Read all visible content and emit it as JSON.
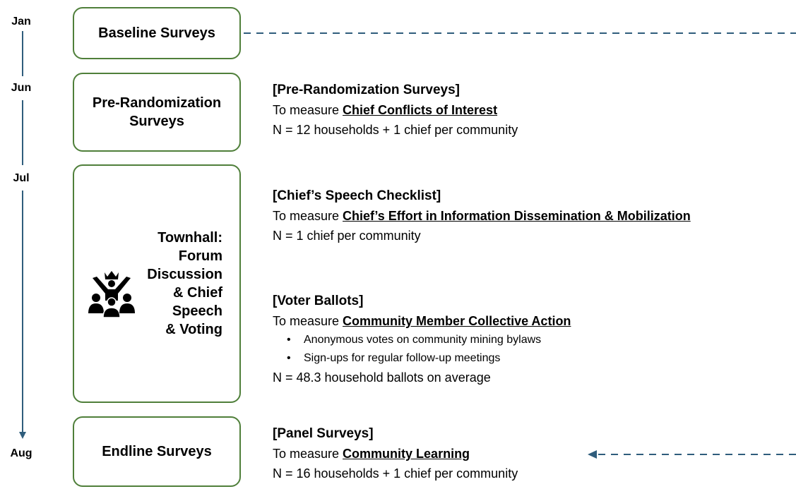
{
  "timeline": {
    "months": [
      {
        "label": "Jan"
      },
      {
        "label": "Jun"
      },
      {
        "label": "Jul"
      },
      {
        "label": "Aug"
      }
    ]
  },
  "stages": [
    {
      "label": "Baseline Surveys"
    },
    {
      "label": "Pre-Randomization\nSurveys"
    },
    {
      "label": "Townhall:\nForum\nDiscussion\n& Chief\nSpeech\n& Voting",
      "icon": "townhall-crowd-icon"
    },
    {
      "label": "Endline Surveys"
    }
  ],
  "descriptions": {
    "pre_randomization": {
      "heading": "[Pre-Randomization Surveys]",
      "measure_prefix": "To measure ",
      "measure_target": "Chief Conflicts of Interest",
      "n": "N = 12 households + 1 chief per community"
    },
    "speech_checklist": {
      "heading": "[Chief’s Speech Checklist]",
      "measure_prefix": "To measure ",
      "measure_target": "Chief’s Effort in Information Dissemination & Mobilization",
      "n": "N = 1 chief per community"
    },
    "voter_ballots": {
      "heading": "[Voter Ballots]",
      "measure_prefix": "To measure ",
      "measure_target": "Community Member Collective Action",
      "bullets": [
        "Anonymous votes on community mining bylaws",
        "Sign-ups for regular follow-up meetings"
      ],
      "n": "N = 48.3 household ballots on average"
    },
    "panel_surveys": {
      "heading": "[Panel Surveys]",
      "measure_prefix": "To measure ",
      "measure_target": "Community Learning",
      "n": "N = 16 households + 1 chief per community"
    }
  },
  "colors": {
    "box_border": "#4f7f3a",
    "timeline": "#2f5d7c",
    "dashed_arrow": "#2f5d7c"
  }
}
